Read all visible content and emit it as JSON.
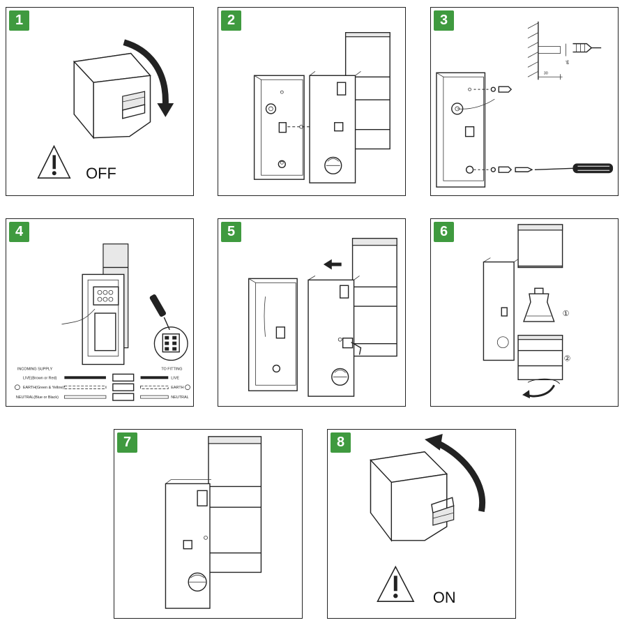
{
  "panels": [
    {
      "number": "1"
    },
    {
      "number": "2"
    },
    {
      "number": "3",
      "dimensions": {
        "depth": "30",
        "diameter": "ø6"
      }
    },
    {
      "number": "4",
      "wiring": {
        "incoming_supply": "INCOMING SUPPLY",
        "to_fitting": "TO FITTING",
        "live_in": "LIVE(Brown or Red)",
        "earth_in": "EARTH(Green & Yellow)",
        "neutral_in": "NEUTRAL(Blue or Black)",
        "live_out": "LIVE",
        "earth_out": "EARTH",
        "neutral_out": "NEUTRAL"
      }
    },
    {
      "number": "5"
    },
    {
      "number": "6",
      "step_markers": [
        "①",
        "②"
      ]
    },
    {
      "number": "7"
    },
    {
      "number": "8"
    }
  ],
  "labels": {
    "off": "OFF",
    "on": "ON"
  },
  "colors": {
    "badge": "#3f9a3f",
    "line": "#222222"
  }
}
